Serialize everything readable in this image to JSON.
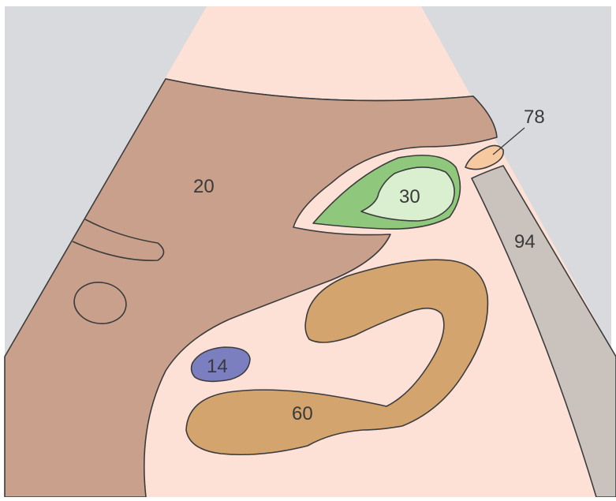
{
  "diagram": {
    "labels": {
      "liver": "20",
      "gallbladder": "30",
      "vessel_small": "14",
      "bowel_loop": "60",
      "vessel_top_right": "78",
      "abdominal_wall": "94"
    },
    "colors": {
      "background": "#d9dadd",
      "sector_fill": "#fde1d6",
      "liver": "#c9a08c",
      "gallbladder_wall": "#8fc87c",
      "gallbladder_lumen": "#d9efcf",
      "vessel_blue": "#7b7fc0",
      "bowel": "#d3a46e",
      "vessel_orange": "#f7c9a1",
      "abdominal_wall": "#cac3bd",
      "outline": "#3c3c3c",
      "label_text": "#3a3a3a"
    }
  }
}
